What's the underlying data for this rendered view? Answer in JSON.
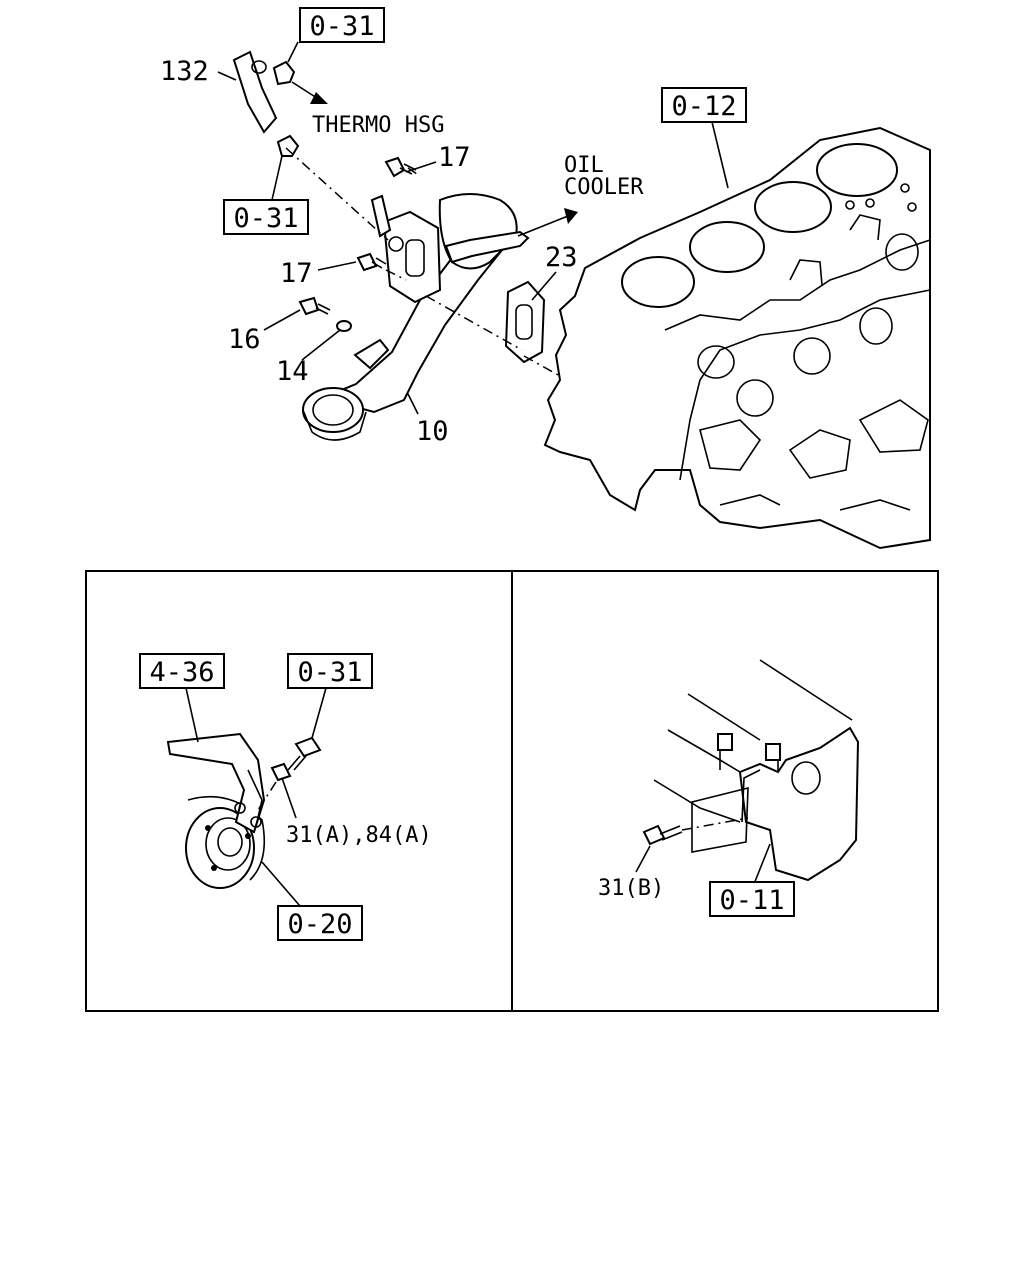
{
  "refs": {
    "r031_top": "0-31",
    "r031_left": "0-31",
    "r012": "0-12",
    "r436": "4-36",
    "r031_panel": "0-31",
    "r020": "0-20",
    "r011": "0-11"
  },
  "parts": {
    "p132": "132",
    "p17a": "17",
    "p17b": "17",
    "p23": "23",
    "p16": "16",
    "p14": "14",
    "p10": "10",
    "p31a84a": "31(A),84(A)",
    "p31b": "31(B)"
  },
  "notes": {
    "thermo": "THERMO HSG",
    "oil_line1": "OIL",
    "oil_line2": "COOLER"
  }
}
